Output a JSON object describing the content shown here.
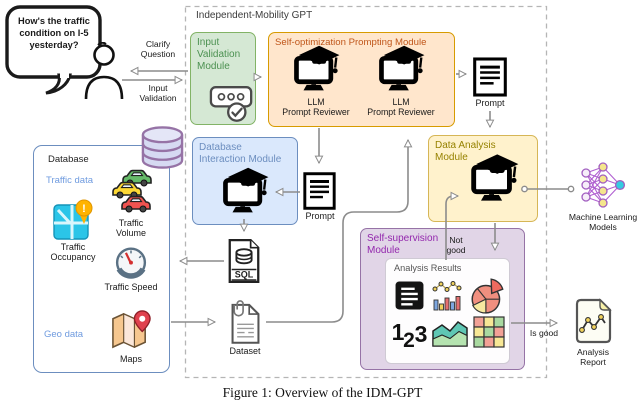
{
  "idm_container": {
    "title": "Independent-Mobility GPT"
  },
  "user_flow": {
    "question": "How's the traffic condition on I-5 yesterday?",
    "clarify": "Clarify Question",
    "input_validation": "Input Validation"
  },
  "modules": {
    "input_validation": {
      "title": "Input Validation Module"
    },
    "self_optimization": {
      "title": "Self-optimization Prompting Module",
      "reviewers": [
        {
          "l1": "LLM",
          "l2": "Prompt Reviewer"
        },
        {
          "l1": "LLM",
          "l2": "Prompt Reviewer"
        }
      ]
    },
    "data_analysis": {
      "title": "Data Analysis Module"
    },
    "database_interaction": {
      "title": "Database Interaction Module"
    },
    "self_supervision": {
      "title": "Self-supervision Module",
      "results_title": "Analysis Results"
    }
  },
  "prompts": {
    "top": "Prompt",
    "mid": "Prompt"
  },
  "labels": {
    "not_good": "Not good",
    "is_good": "Is good"
  },
  "database": {
    "title": "Database",
    "traffic_section": "Traffic data",
    "geo_section": "Geo data",
    "occupancy": "Traffic Occupancy",
    "occupancy_badge": "!",
    "volume": "Traffic Volume",
    "speed": "Traffic Speed",
    "maps": "Maps"
  },
  "files": {
    "sql": "SQL",
    "dataset": "Dataset"
  },
  "external": {
    "ml": "Machine Learning Models",
    "report": "Analysis Report"
  },
  "numbers_icon": {
    "d1": "1",
    "d2": "2",
    "d3": "3"
  },
  "caption": "Figure 1: Overview of the IDM-GPT",
  "colors": {
    "green_fill": "#d5e8d4",
    "green_stroke": "#82b366",
    "green_text": "#4c9151",
    "orange_fill": "#ffe6cc",
    "orange_stroke": "#d79b00",
    "orange_text": "#c0561a",
    "yellow_fill": "#fff2cc",
    "yellow_stroke": "#d6b656",
    "yellow_text": "#968200",
    "blue_fill": "#dae8fc",
    "blue_stroke": "#6c8ebf",
    "blue_text": "#6c8ebf",
    "purple_fill": "#e1d5e7",
    "purple_stroke": "#9673a6",
    "purple_text": "#9327ad",
    "db_border": "#6c8ebf",
    "section_text": "#6f9bdf",
    "arrow": "#8c8c8c"
  }
}
